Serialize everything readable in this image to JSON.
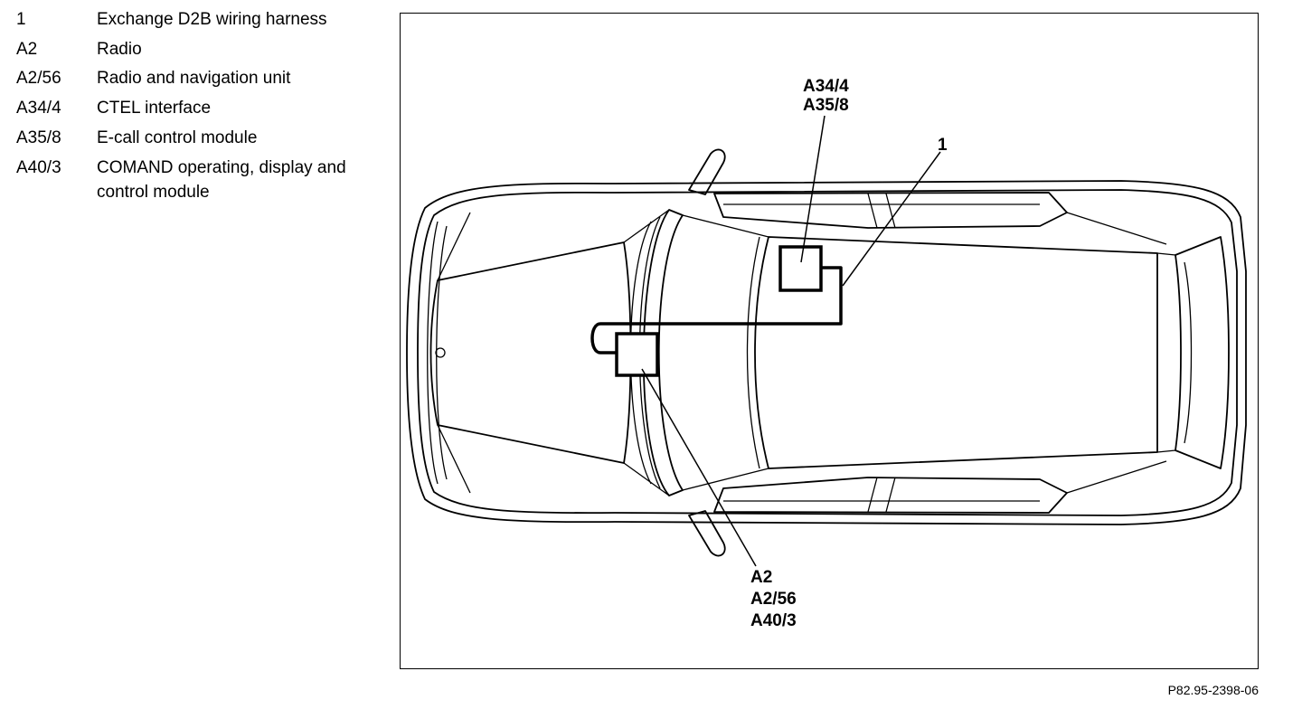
{
  "legend": [
    {
      "code": "1",
      "description": "Exchange D2B wiring harness"
    },
    {
      "code": "A2",
      "description": "Radio"
    },
    {
      "code": "A2/56",
      "description": "Radio and navigation unit"
    },
    {
      "code": "A34/4",
      "description": "CTEL interface"
    },
    {
      "code": "A35/8",
      "description": "E-call control module"
    },
    {
      "code": "A40/3",
      "description": "COMAND operating, display and\ncontrol module"
    }
  ],
  "callouts": {
    "rear_module": [
      "A34/4",
      "A35/8"
    ],
    "harness": "1",
    "front_module": [
      "A2",
      "A2/56",
      "A40/3"
    ]
  },
  "figure_ref": "P82.95-2398-06"
}
